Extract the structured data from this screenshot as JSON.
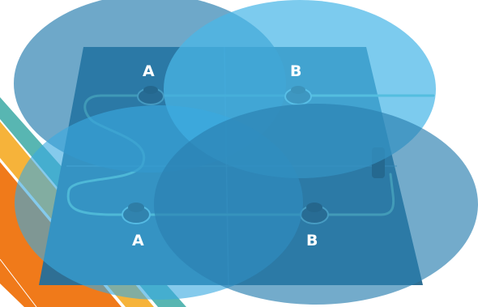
{
  "labels": {
    "top_left": "A",
    "top_right": "B",
    "bottom_left": "A",
    "bottom_right": "B"
  },
  "colors": {
    "panel": "#2f6f94",
    "panel_edge": "#3e86ad",
    "cable": "#6fd0c8",
    "sensor": "#23465e",
    "coverage_blue": "#49b7e8",
    "coverage_dark": "#2a7fb0",
    "accent_orange": "#f07a1a",
    "accent_yellow": "#f6b33a",
    "accent_teal": "#58b6b2"
  }
}
